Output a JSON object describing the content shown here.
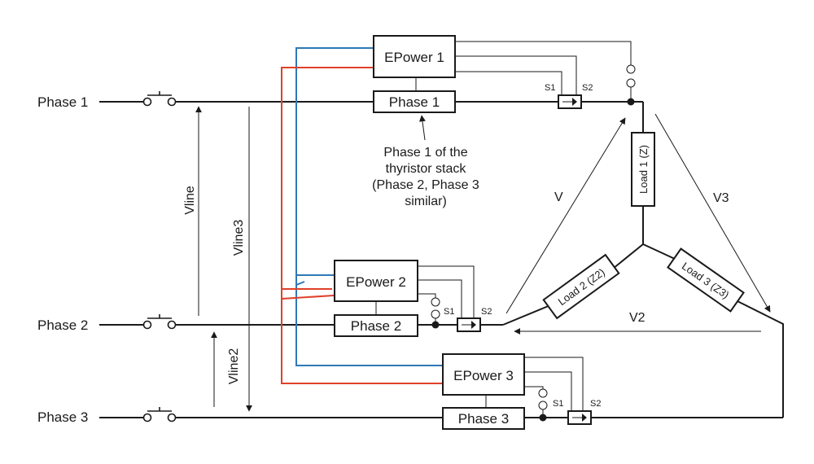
{
  "phases": {
    "p1": "Phase 1",
    "p2": "Phase 2",
    "p3": "Phase 3"
  },
  "controllers": {
    "ep1": "EPower 1",
    "ep2": "EPower 2",
    "ep3": "EPower 3"
  },
  "stacks": {
    "s1": "Phase 1",
    "s2": "Phase 2",
    "s3": "Phase 3"
  },
  "terminals": {
    "s1": "S1",
    "s2": "S2"
  },
  "loads": {
    "l1": "Load 1 (Z)",
    "l2": "Load 2 (Z2)",
    "l3": "Load 3 (Z3)"
  },
  "voltages": {
    "vline": "Vline",
    "vline2": "Vline2",
    "vline3": "Vline3",
    "v": "V",
    "v2": "V2",
    "v3": "V3"
  },
  "annotation": {
    "line1": "Phase 1 of the",
    "line2": "thyristor stack",
    "line3": "(Phase 2, Phase 3",
    "line4": "similar)"
  },
  "colors": {
    "blue_wire": "#2f78b7",
    "red_wire": "#e0402a"
  }
}
